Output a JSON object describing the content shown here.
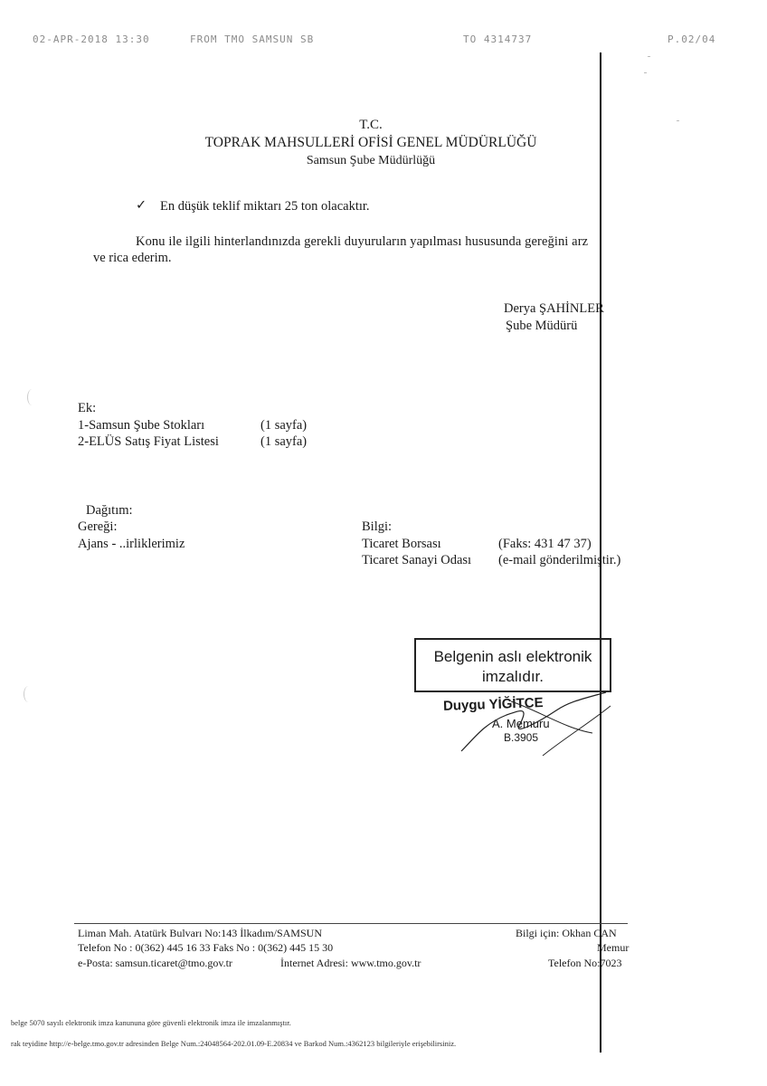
{
  "fax_header": {
    "datetime": "02-APR-2018  13:30",
    "from": "FROM  TMO SAMSUN SB",
    "to": "TO  4314737",
    "page": "P.02/04"
  },
  "letterhead": {
    "line1": "T.C.",
    "line2": "TOPRAK MAHSULLERİ OFİSİ GENEL MÜDÜRLÜĞÜ",
    "line3": "Samsun Şube Müdürlüğü"
  },
  "bullet": {
    "mark": "✓",
    "text": "En düşük teklif miktarı 25 ton olacaktır."
  },
  "paragraph": {
    "line1": "Konu ile ilgili hinterlandınızda gerekli duyuruların yapılması hususunda gereğini arz",
    "line2": "ve rica ederim."
  },
  "signatory": {
    "name": "Derya ŞAHİNLER",
    "title": "Şube Müdürü"
  },
  "attachments": {
    "heading": "Ek:",
    "items": [
      {
        "name": "1-Samsun Şube Stokları",
        "pages": "(1 sayfa)"
      },
      {
        "name": "2-ELÜS Satış Fiyat Listesi",
        "pages": "(1 sayfa)"
      }
    ]
  },
  "distribution": {
    "heading": "Dağıtım:",
    "gereği_label": "Gereği:",
    "gereği_item": "Ajans - ..irliklerimiz",
    "bilgi_label": "Bilgi:",
    "bilgi_items": [
      {
        "name": "Ticaret Borsası",
        "note": "(Faks: 431 47 37)"
      },
      {
        "name": "Ticaret Sanayi Odası",
        "note": "(e-mail gönderilmiştir.)"
      }
    ]
  },
  "stamp": {
    "line1": "Belgenin aslı elektronik",
    "line2": "imzalıdır.",
    "name": "Duygu YİĞİTCE",
    "role": "A. Memuru",
    "code": "B.3905"
  },
  "footer": {
    "address": "Liman Mah. Atatürk Bulvarı No:143 İlkadım/SAMSUN",
    "phone": "Telefon No : 0(362) 445 16 33  Faks No : 0(362) 445 15 30",
    "email": "e-Posta:  samsun.ticaret@tmo.gov.tr",
    "web": "İnternet Adresi: www.tmo.gov.tr",
    "info_contact": "Bilgi için: Okhan CAN",
    "info_role": "Memur",
    "info_phone": "Telefon No:7023"
  },
  "legal": {
    "line1": "belge 5070 sayılı elektronik imza kanununa göre güvenli elektronik imza ile imzalanmıştır.",
    "line2": "rak teyidine http://e-belge.tmo.gov.tr adresinden Belge Num.:24048564-202.01.09-E.20834 ve Barkod Num.:4362123 bilgileriyle erişebilirsiniz."
  }
}
